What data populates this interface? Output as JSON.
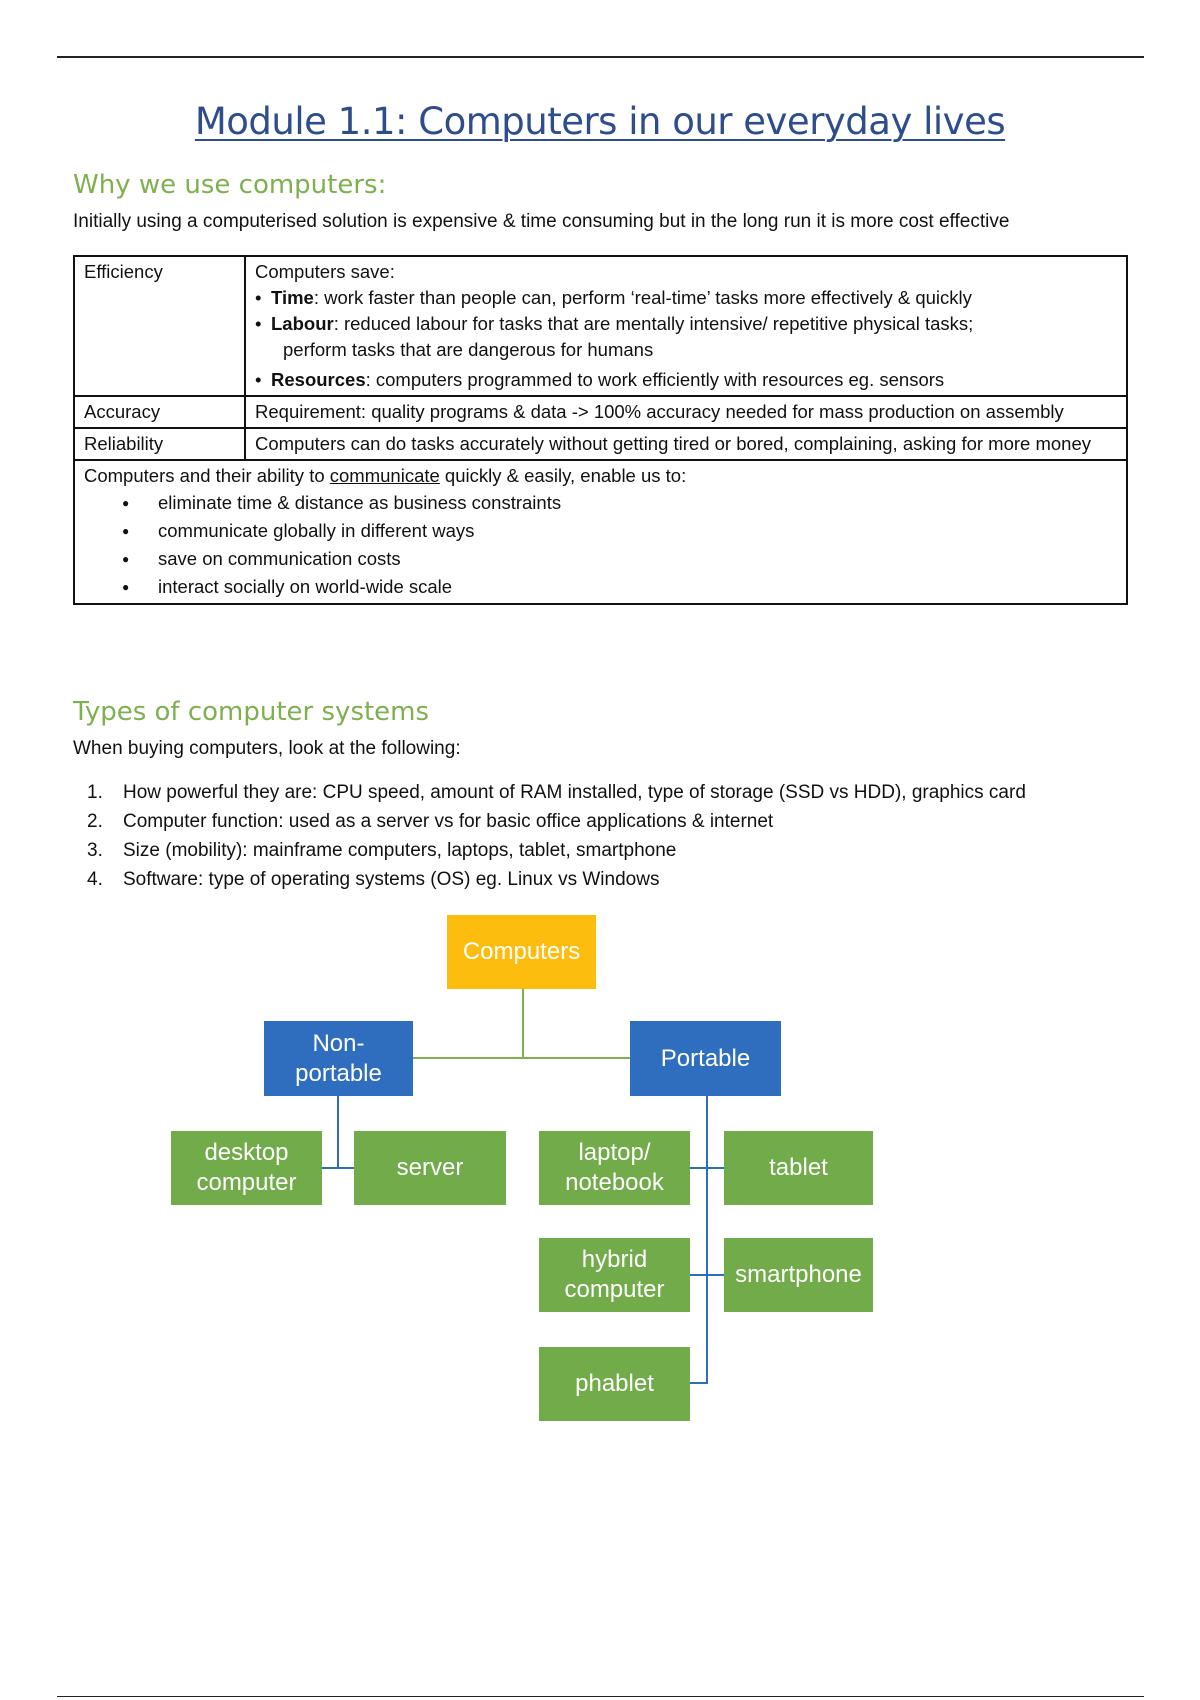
{
  "title": "Module 1.1: Computers in our everyday lives",
  "section1": {
    "heading": "Why we use computers:",
    "intro": "Initially using a computerised solution is expensive & time consuming but in the long run it is more cost effective",
    "table": {
      "efficiency": {
        "label": "Efficiency",
        "lead": "Computers save:",
        "items": [
          {
            "term": "Time",
            "text": ": work faster than people can, perform ‘real-time’ tasks more effectively & quickly"
          },
          {
            "term": "Labour",
            "text": ": reduced labour for tasks that are mentally intensive/ repetitive physical tasks;",
            "text2": "perform tasks that are dangerous for humans"
          },
          {
            "term": "Resources",
            "text": ": computers programmed to work efficiently with resources eg. sensors"
          }
        ]
      },
      "accuracy": {
        "label": "Accuracy",
        "text": "Requirement: quality programs & data -> 100% accuracy needed for mass production on assembly"
      },
      "reliability": {
        "label": "Reliability",
        "text": "Computers can do tasks accurately without getting tired or bored, complaining, asking for more money"
      },
      "communication": {
        "lead_before": "Computers and their ability to ",
        "lead_link": "communicate",
        "lead_after": " quickly & easily, enable us to:",
        "items": [
          "eliminate time & distance as business constraints",
          "communicate globally in different ways",
          "save on communication costs",
          "interact socially on world-wide scale"
        ]
      }
    }
  },
  "section2": {
    "heading": "Types of computer systems",
    "intro": "When buying computers, look at the following:",
    "criteria": [
      {
        "num": "1.",
        "text": "How powerful they are: CPU speed, amount of RAM installed, type of storage (SSD vs HDD), graphics card"
      },
      {
        "num": "2.",
        "text": "Computer function: used as a server vs for basic office applications & internet"
      },
      {
        "num": "3.",
        "text": "Size (mobility): mainframe computers, laptops, tablet, smartphone"
      },
      {
        "num": "4.",
        "text": "Software: type of operating systems (OS) eg. Linux vs Windows"
      }
    ]
  },
  "diagram": {
    "root": "Computers",
    "nonportable": "Non-\nportable",
    "portable": "Portable",
    "desktop": "desktop\ncomputer",
    "server": "server",
    "laptop": "laptop/\nnotebook",
    "tablet": "tablet",
    "hybrid": "hybrid\ncomputer",
    "smartphone": "smartphone",
    "phablet": "phablet",
    "colors": {
      "root": "#fcbd0f",
      "category": "#2f6ebf",
      "leaf": "#72ab4a"
    }
  }
}
